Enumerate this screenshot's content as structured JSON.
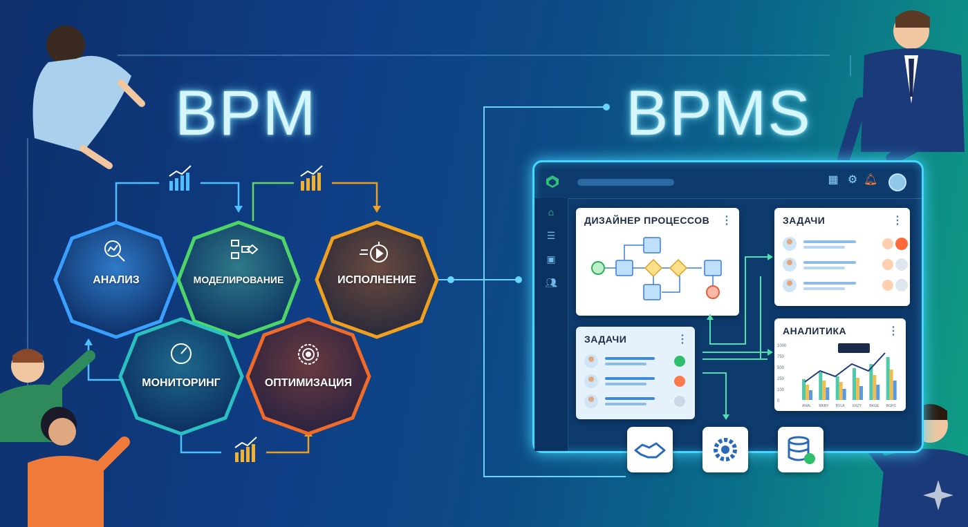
{
  "titles": {
    "left": "BPM",
    "right": "BPMS"
  },
  "hexagons": [
    {
      "label": "АНАЛИЗ",
      "icon": "magnifier-chart-icon",
      "color": "#2a86d6"
    },
    {
      "label": "МОДЕЛИРОВАНИЕ",
      "icon": "flowchart-icon",
      "color": "#3fbf6a"
    },
    {
      "label": "ИСПОЛНЕНИЕ",
      "icon": "stopwatch-play-icon",
      "color": "#f0a020"
    },
    {
      "label": "МОНИТОРИНГ",
      "icon": "gauge-icon",
      "color": "#2ab6b0"
    },
    {
      "label": "ОПТИМИЗАЦИЯ",
      "icon": "target-gear-icon",
      "color": "#e8682a"
    }
  ],
  "app": {
    "panels": {
      "designer": {
        "title": "ДИЗАЙНЕР ПРОЦЕССОВ"
      },
      "tasks_top": {
        "title": "ЗАДАЧИ"
      },
      "tasks_left": {
        "title": "ЗАДАЧИ"
      },
      "analytics": {
        "title": "АНАЛИТИКА",
        "y_ticks": [
          "1000",
          "750",
          "500",
          "250",
          "100",
          "0"
        ],
        "x_ticks": [
          "ANAL",
          "MKBY",
          "BVLA",
          "EKZY",
          "BKGE",
          "BGHS"
        ]
      }
    }
  },
  "bottom_tools": [
    {
      "icon": "handshake-icon"
    },
    {
      "icon": "gear-wrench-icon"
    },
    {
      "icon": "database-check-icon"
    }
  ]
}
